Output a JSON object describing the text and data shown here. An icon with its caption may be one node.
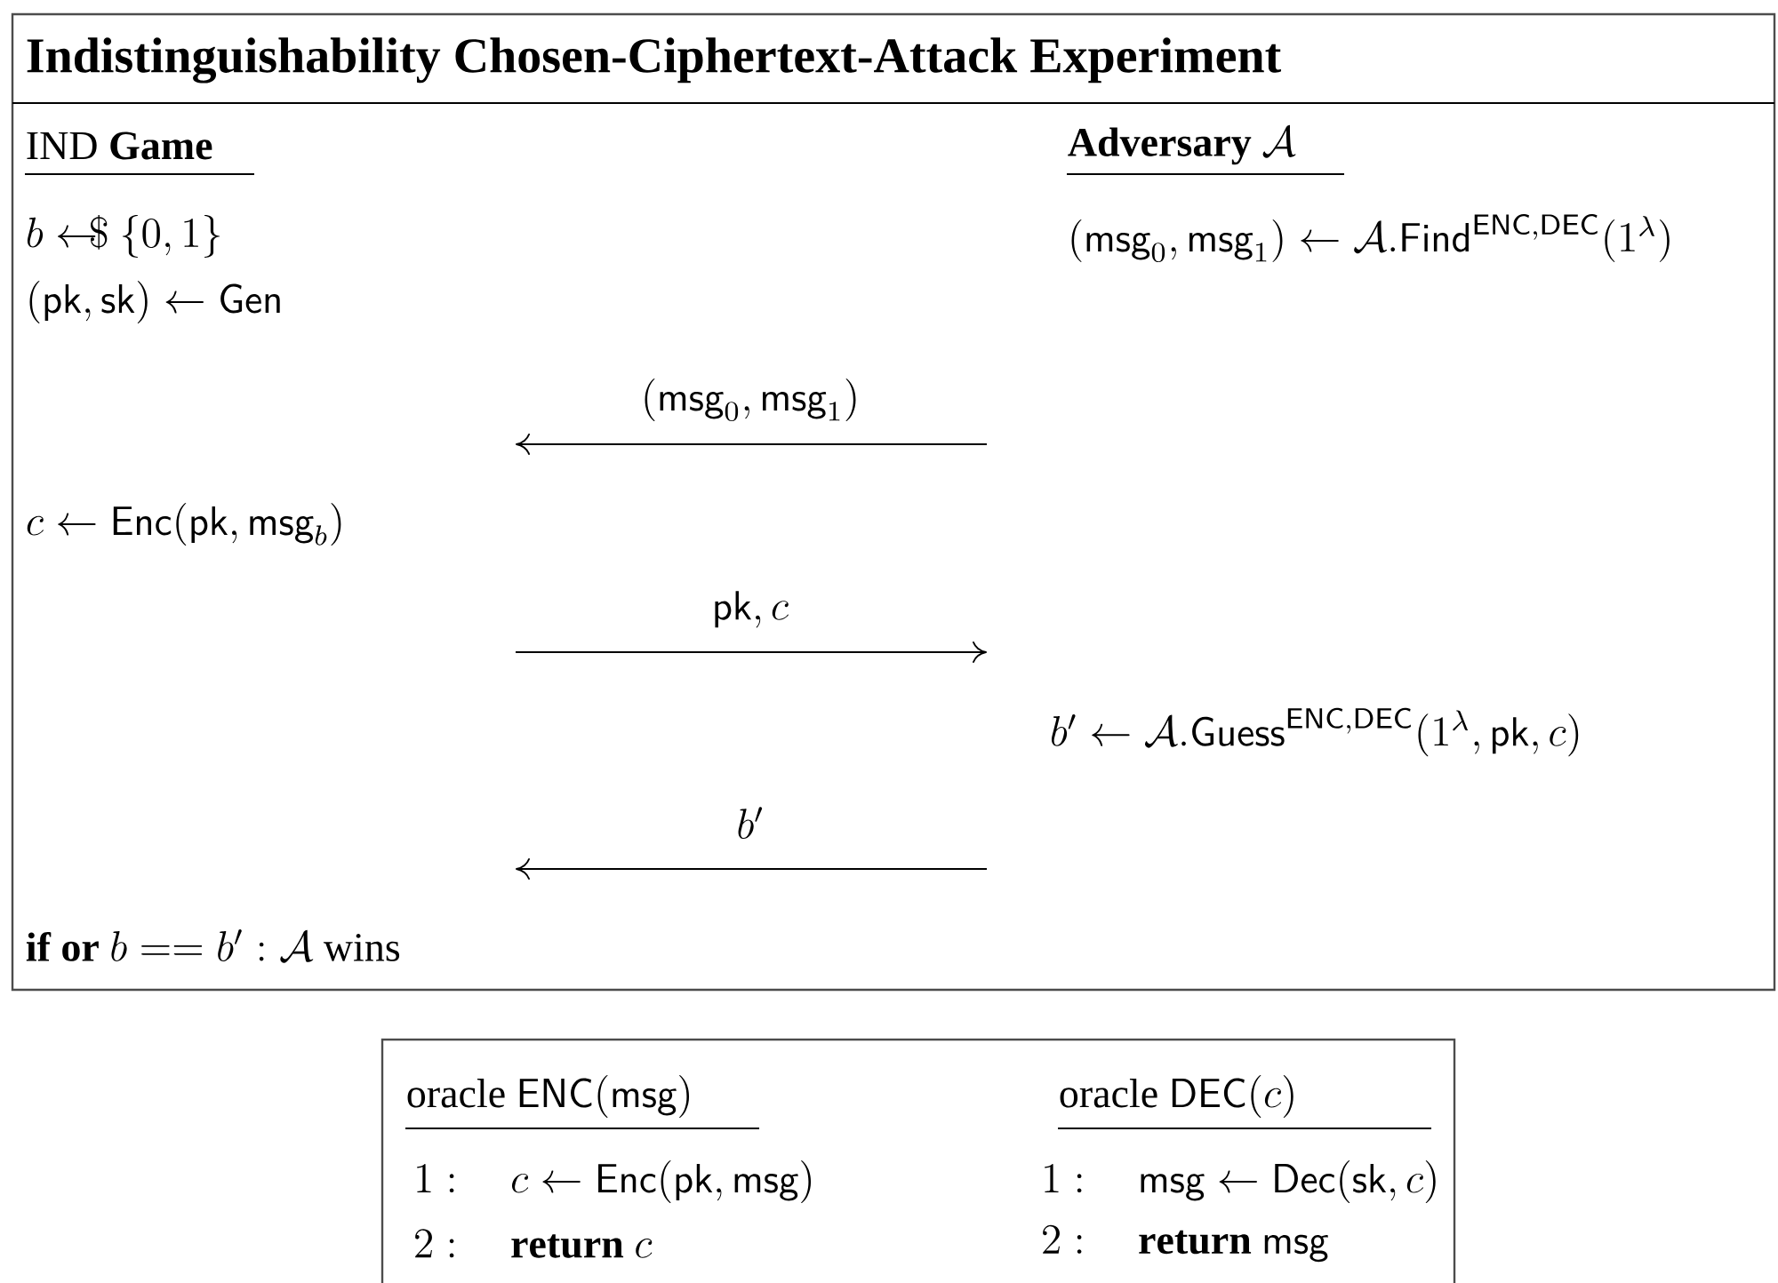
{
  "diagram": {
    "nodes": [
      {
        "text": [
          "Indistinguishability Chosen-Ciphertext-Attack Experiment",
          "\\mathrm{IND}\\ \\textbf{Game}",
          "\\textbf{Adversary}\\ \\mathcal{A}",
          "b \\leftarrow\\!\\!\\!\\$\\ \\{0,1\\}",
          "(\\mathsf{msg}_0, \\mathsf{msg}_1) \\leftarrow \\mathcal{A}.\\mathsf{Find}^{\\mathsf{ENC},\\mathsf{DEC}}(1^\\lambda)",
          "(\\mathsf{pk}, \\mathsf{sk}) \\leftarrow \\mathsf{Gen}",
          "(\\mathsf{msg}_0, \\mathsf{msg}_1)",
          "c \\leftarrow \\mathsf{Enc}(\\mathsf{pk}, \\mathsf{msg}_b)",
          "\\mathsf{pk}, c",
          "b' \\leftarrow \\mathcal{A}.\\mathsf{Guess}^{\\mathsf{ENC},\\mathsf{DEC}}(1^\\lambda, \\mathsf{pk}, c)",
          "b'",
          "\\textbf{if or}\\ b == b' : \\mathcal{A}\\ \\mathrm{wins}"
        ]
      },
      {
        "text": [
          "\\mathrm{oracle}\\ \\mathsf{ENC}(\\mathsf{msg})",
          "\\mathrm{oracle}\\ \\mathsf{DEC}(c)",
          "1:\\quad c \\leftarrow \\mathsf{Enc}(\\mathsf{pk}, \\mathsf{msg})",
          "1:\\quad \\mathsf{msg} \\leftarrow \\mathsf{Dec}(\\mathsf{sk}, c)",
          "2:\\quad \\mathbf{return}\\ c",
          "2:\\quad \\mathbf{return}\\ \\mathsf{msg}"
        ]
      }
    ]
  }
}
